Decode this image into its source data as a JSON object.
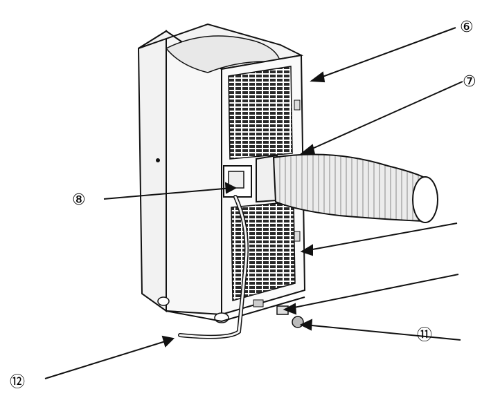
{
  "diagram": {
    "callouts": [
      {
        "id": "c6",
        "label": "⑥"
      },
      {
        "id": "c7",
        "label": "⑦"
      },
      {
        "id": "c8",
        "label": "⑧"
      },
      {
        "id": "c11",
        "label": "⑪"
      },
      {
        "id": "c12",
        "label": "⑫"
      }
    ]
  },
  "colors": {
    "line": "#111111",
    "body": "#f4f4f4",
    "grille": "#2a2a2a",
    "hose": "#e6e6e6"
  }
}
